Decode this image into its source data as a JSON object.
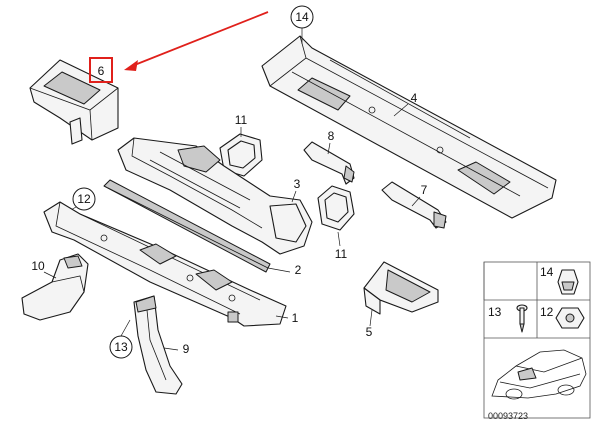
{
  "callouts": {
    "p1": "1",
    "p2": "2",
    "p3": "3",
    "p4": "4",
    "p5": "5",
    "p6": "6",
    "p7": "7",
    "p8": "8",
    "p9": "9",
    "p10": "10",
    "p11a": "11",
    "p11b": "11",
    "p12": "12",
    "p13": "13",
    "p14": "14"
  },
  "inset": {
    "label_14": "14",
    "label_13": "13",
    "label_12": "12"
  },
  "diagram_code": "00093723",
  "colors": {
    "highlight": "#e0201b",
    "ink": "#1a1a1a"
  }
}
